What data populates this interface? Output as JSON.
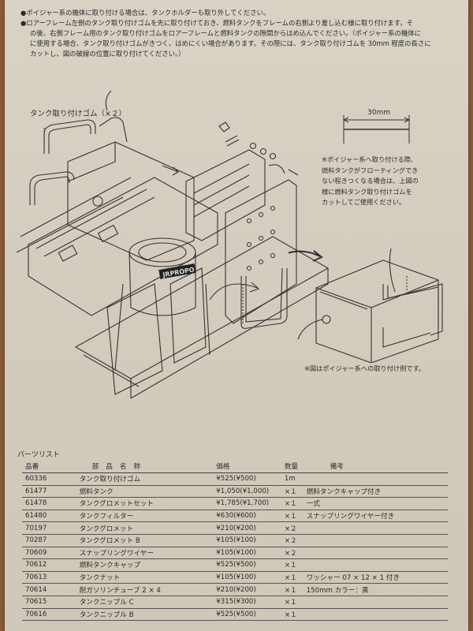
{
  "notes": [
    "●ポイジャー系の機体に取り付ける場合は、タンクホルダーも取り外してください。",
    "●ロアーフレーム左側のタンク取り付けゴムを先に取り付けておき、燃料タンクをフレームの右側より差し込む様に取り付けます。そ",
    "の後、右側フレーム用のタンク取り付けゴムをロアーフレームと燃料タンクの隙間からはめ込んでください。（ポイジャー系の機体に",
    "に使用する場合、タンク取り付けゴムがきつく、はめにくい場合があります。その際には、タンク取り付けゴムを 30mm 程度の長さに",
    "カットし、図の破線の位置に取り付けてください。）"
  ],
  "diagram": {
    "label": "タンク取り付けゴム（×２）",
    "brand": "JRPROPO"
  },
  "dimension": {
    "label": "30mm"
  },
  "side_note": [
    "※ポイジャー系へ取り付ける際、",
    "燃料タンクがフローティングでき",
    "ない程きつくなる場合は、上図の",
    "様に燃料タンク取り付けゴムを",
    "カットしてご使用ください。"
  ],
  "fig_caption": "※図はポイジャー系への取り付け例です。",
  "parts": {
    "title": "パーツリスト",
    "headers": {
      "code": "品番",
      "name": "部品名称",
      "price": "価格",
      "qty": "数量",
      "note": "備考"
    },
    "rows": [
      {
        "code": "60336",
        "name": "タンク取り付けゴム",
        "price": "¥525(¥500)",
        "qty": "1m",
        "note": ""
      },
      {
        "code": "61477",
        "name": "燃料タンク",
        "price": "¥1,050(¥1,000)",
        "qty": "×１",
        "note": "燃料タンクキャップ付き"
      },
      {
        "code": "61478",
        "name": "タンクグロメットセット",
        "price": "¥1,785(¥1,700)",
        "qty": "×１",
        "note": "一式"
      },
      {
        "code": "61480",
        "name": "タンクフィルター",
        "price": "¥630(¥600)",
        "qty": "×１",
        "note": "スナップリングワイヤー付き"
      },
      {
        "code": "70197",
        "name": "タンクグロメット",
        "price": "¥210(¥200)",
        "qty": "×２",
        "note": ""
      },
      {
        "code": "70287",
        "name": "タンクグロメット B",
        "price": "¥105(¥100)",
        "qty": "×２",
        "note": ""
      },
      {
        "code": "70609",
        "name": "スナップリングワイヤー",
        "price": "¥105(¥100)",
        "qty": "×２",
        "note": ""
      },
      {
        "code": "70612",
        "name": "燃料タンクキャップ",
        "price": "¥525(¥500)",
        "qty": "×１",
        "note": ""
      },
      {
        "code": "70613",
        "name": "タンクナット",
        "price": "¥105(¥100)",
        "qty": "×１",
        "note": "ワッシャー 07 × 12 × 1 付き"
      },
      {
        "code": "70614",
        "name": "耐ガソリンチューブ 2 × 4",
        "price": "¥210(¥200)",
        "qty": "×１",
        "note": "150mm カラー：黒"
      },
      {
        "code": "70615",
        "name": "タンクニップル C",
        "price": "¥315(¥300)",
        "qty": "×１",
        "note": ""
      },
      {
        "code": "70616",
        "name": "タンクニップル B",
        "price": "¥525(¥500)",
        "qty": "×１",
        "note": ""
      }
    ]
  }
}
